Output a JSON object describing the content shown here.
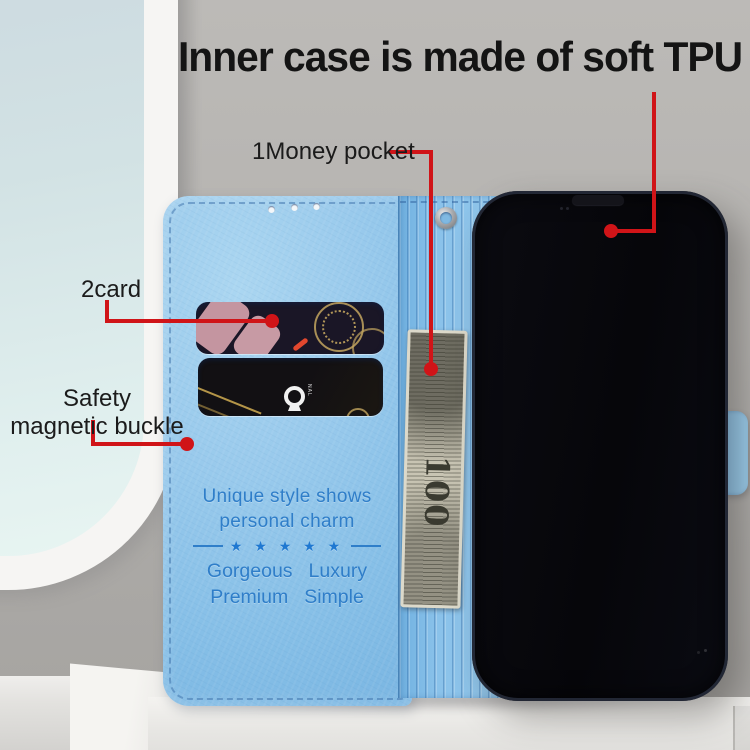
{
  "title": "Inner case is made of soft TPU",
  "callouts": {
    "money_pocket": "1Money pocket",
    "card": "2card",
    "buckle_line1": "Safety",
    "buckle_line2": "magnetic buckle"
  },
  "case_print": {
    "line1": "Unique style shows",
    "line2": "personal charm",
    "stars": "★ ★ ★ ★ ★",
    "word1": "Gorgeous",
    "word2": "Luxury",
    "word3": "Premium",
    "word4": "Simple"
  },
  "money_bill": {
    "denomination": "100"
  },
  "card2_microtext": "NAL",
  "colors": {
    "annotation_red": "#d01418",
    "case_blue": "#93c7eb",
    "print_blue": "#2f7ec9",
    "wall_gray": "#b4b2af",
    "phone_black": "#08080d"
  }
}
